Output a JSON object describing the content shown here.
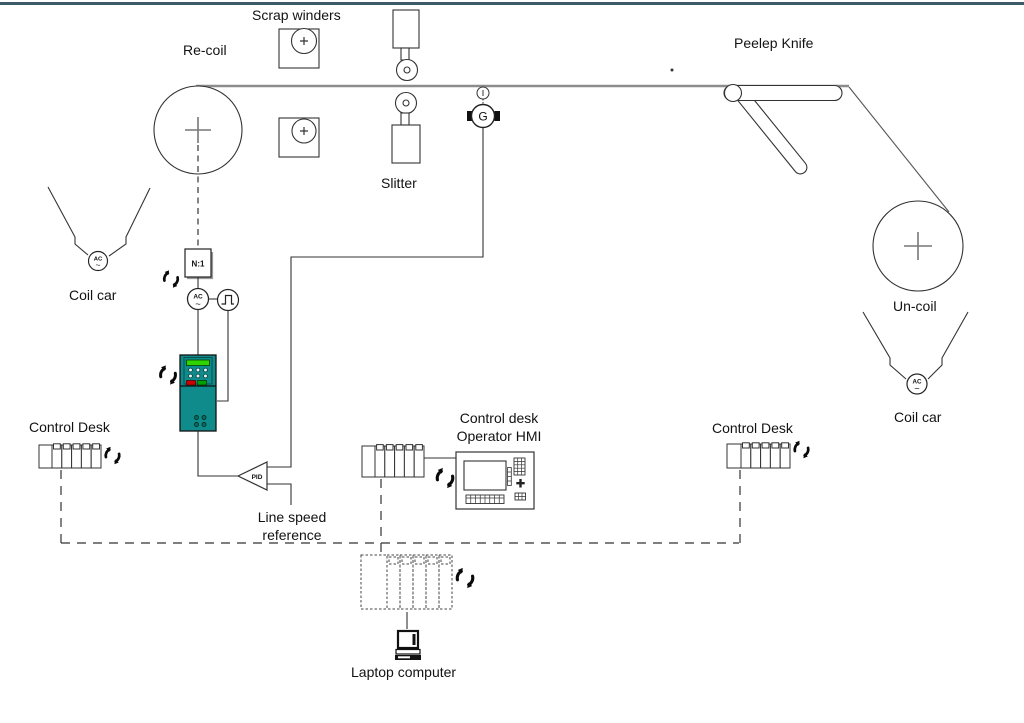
{
  "window": {
    "top_border_color": "#3c5a68",
    "background": "#ffffff"
  },
  "diagram": {
    "title_context": "Slitter line drive system diagram",
    "labels": {
      "scrap_winders": "Scrap winders",
      "re_coil": "Re-coil",
      "slitter": "Slitter",
      "peelep_knife": "Peelep Knife",
      "un_coil": "Un-coil",
      "coil_car_left": "Coil car",
      "coil_car_right": "Coil car",
      "control_desk_left": "Control Desk",
      "control_desk_center_line1": "Control desk",
      "control_desk_center_line2": "Operator HMI",
      "control_desk_right": "Control Desk",
      "line_speed_line1": "Line speed",
      "line_speed_line2": "reference",
      "laptop": "Laptop computer"
    },
    "symbols": {
      "gearbox": "N:1",
      "pid": "PID",
      "tacho": "G",
      "ac_motor": "AC",
      "ac_wave": "~"
    },
    "icons": [
      "sync-arrows-icon",
      "ac-motor-icon",
      "pulse-encoder-icon",
      "tachometer-icon",
      "gearbox-icon",
      "drive-unit-icon",
      "module-rack-icon",
      "hmi-panel-icon",
      "laptop-icon",
      "coil-car-icon"
    ],
    "colors": {
      "top_border": "#3c5a68",
      "drive_teal": "#0f8b8b",
      "display_green": "#2fd400",
      "stop_red": "#cc0000",
      "start_green": "#00a000",
      "web_line_gray": "#8c8c8c",
      "line_black": "#333333"
    }
  }
}
